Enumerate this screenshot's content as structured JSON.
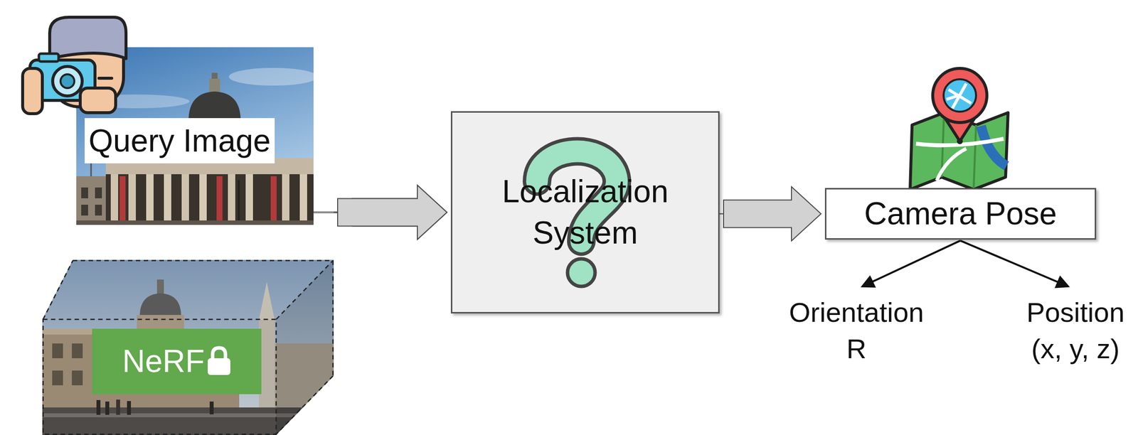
{
  "diagram": {
    "nodes": [
      {
        "text": [
          "Query Image"
        ]
      },
      {
        "text": [
          "NeRF"
        ]
      },
      {
        "text": [
          "Localization System"
        ]
      },
      {
        "text": [
          "Camera Pose"
        ]
      }
    ],
    "edges": [
      {
        "from": 0,
        "to": 2,
        "arrow": "to"
      },
      {
        "from": 1,
        "to": 2,
        "arrow": "to"
      },
      {
        "from": 2,
        "to": 3,
        "arrow": "to"
      }
    ],
    "labels": [
      "Orientation R",
      "Position (x, y, z)"
    ]
  }
}
